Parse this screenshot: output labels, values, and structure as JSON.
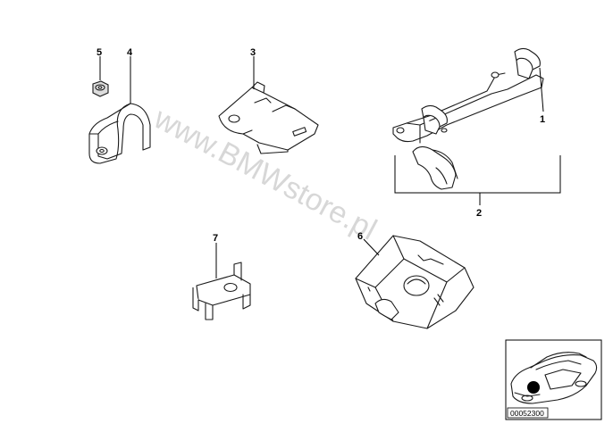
{
  "watermark": "www.BMWstore.pl",
  "labels": {
    "1": "1",
    "2": "2",
    "3": "3",
    "4": "4",
    "5": "5",
    "6": "6",
    "7": "7"
  },
  "diagram_code": "00052300"
}
